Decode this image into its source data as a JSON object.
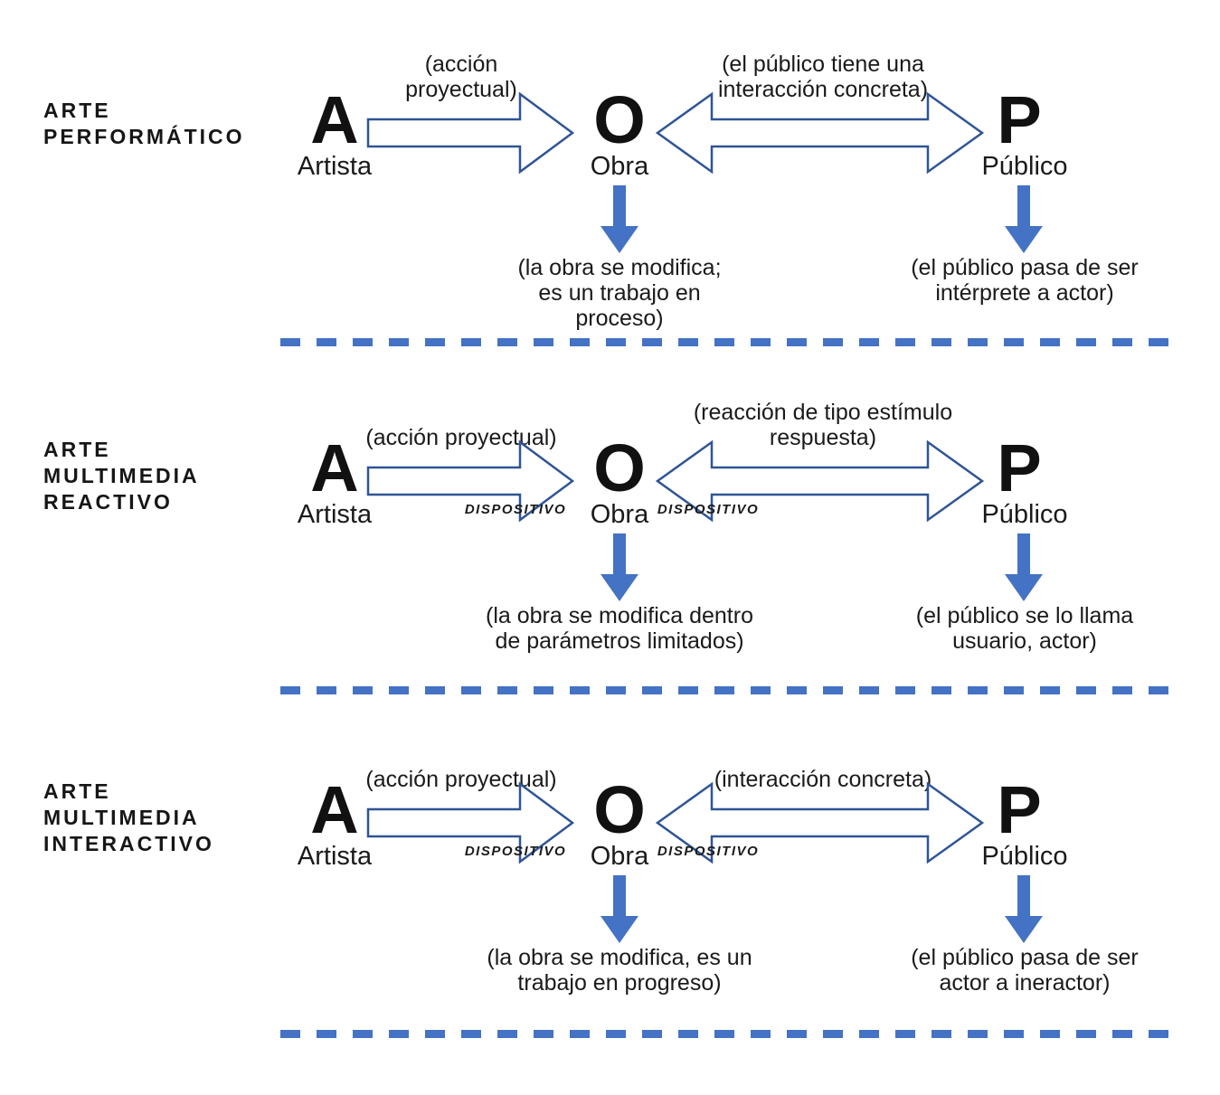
{
  "diagram": {
    "colors": {
      "outline_arrow": "#2F5496",
      "solid_arrow": "#4472C4",
      "dashed_line": "#4472C4",
      "text": "#1a1a1a"
    },
    "sections": [
      {
        "title": "ARTE\nPERFORMÁTICO",
        "nodes": {
          "artist": {
            "letter": "A",
            "label": "Artista"
          },
          "work": {
            "letter": "O",
            "label": "Obra"
          },
          "public": {
            "letter": "P",
            "label": "Público"
          }
        },
        "arrow_action_label": "(acción\nproyectual)",
        "arrow_interaction_label": "(el público tiene una\ninteracción concreta)",
        "device_left": "",
        "device_right": "",
        "work_caption": "(la obra se modifica;\nes un trabajo en\nproceso)",
        "public_caption": "(el público pasa de ser\nintérprete a actor)"
      },
      {
        "title": "ARTE\nMULTIMEDIA\nREACTIVO",
        "nodes": {
          "artist": {
            "letter": "A",
            "label": "Artista"
          },
          "work": {
            "letter": "O",
            "label": "Obra"
          },
          "public": {
            "letter": "P",
            "label": "Público"
          }
        },
        "arrow_action_label": "(acción proyectual)",
        "arrow_interaction_label": "(reacción de tipo estímulo\nrespuesta)",
        "device_left": "DISPOSITIVO",
        "device_right": "DISPOSITIVO",
        "work_caption": "(la obra se modifica dentro\nde parámetros limitados)",
        "public_caption": "(el público se lo llama\nusuario, actor)"
      },
      {
        "title": "ARTE\nMULTIMEDIA\nINTERACTIVO",
        "nodes": {
          "artist": {
            "letter": "A",
            "label": "Artista"
          },
          "work": {
            "letter": "O",
            "label": "Obra"
          },
          "public": {
            "letter": "P",
            "label": "Público"
          }
        },
        "arrow_action_label": "(acción proyectual)",
        "arrow_interaction_label": "(interacción concreta)",
        "device_left": "DISPOSITIVO",
        "device_right": "DISPOSITIVO",
        "work_caption": "(la obra se modifica, es un\ntrabajo en progreso)",
        "public_caption": "(el público pasa de ser\nactor a ineractor)"
      }
    ]
  }
}
